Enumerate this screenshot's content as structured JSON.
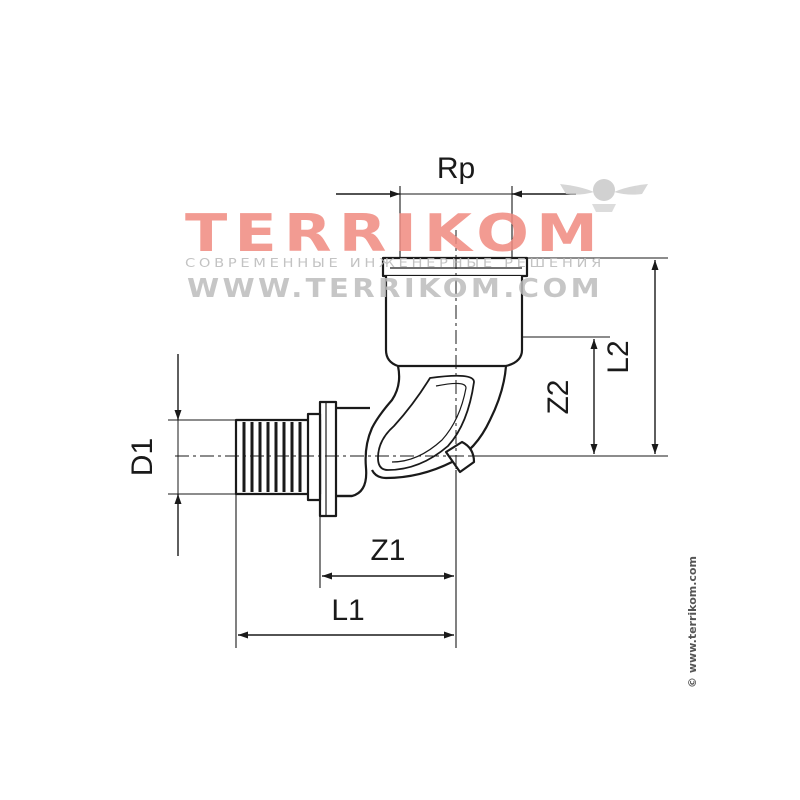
{
  "dimensions": {
    "rp": "Rp",
    "l2": "L2",
    "z2": "Z2",
    "d1": "D1",
    "z1": "Z1",
    "l1": "L1"
  },
  "watermark": {
    "brand": "TERRIKOM",
    "tagline": "СОВРЕМЕННЫЕ ИНЖЕНЕРНЫЕ РЕШЕНИЯ",
    "url": "WWW.TERRIKOM.COM"
  },
  "copyright": "© www.terrikom.com",
  "colors": {
    "line": "#1a1a1a",
    "watermark_red": "#f08a80",
    "watermark_gray": "#bdbdbd"
  }
}
